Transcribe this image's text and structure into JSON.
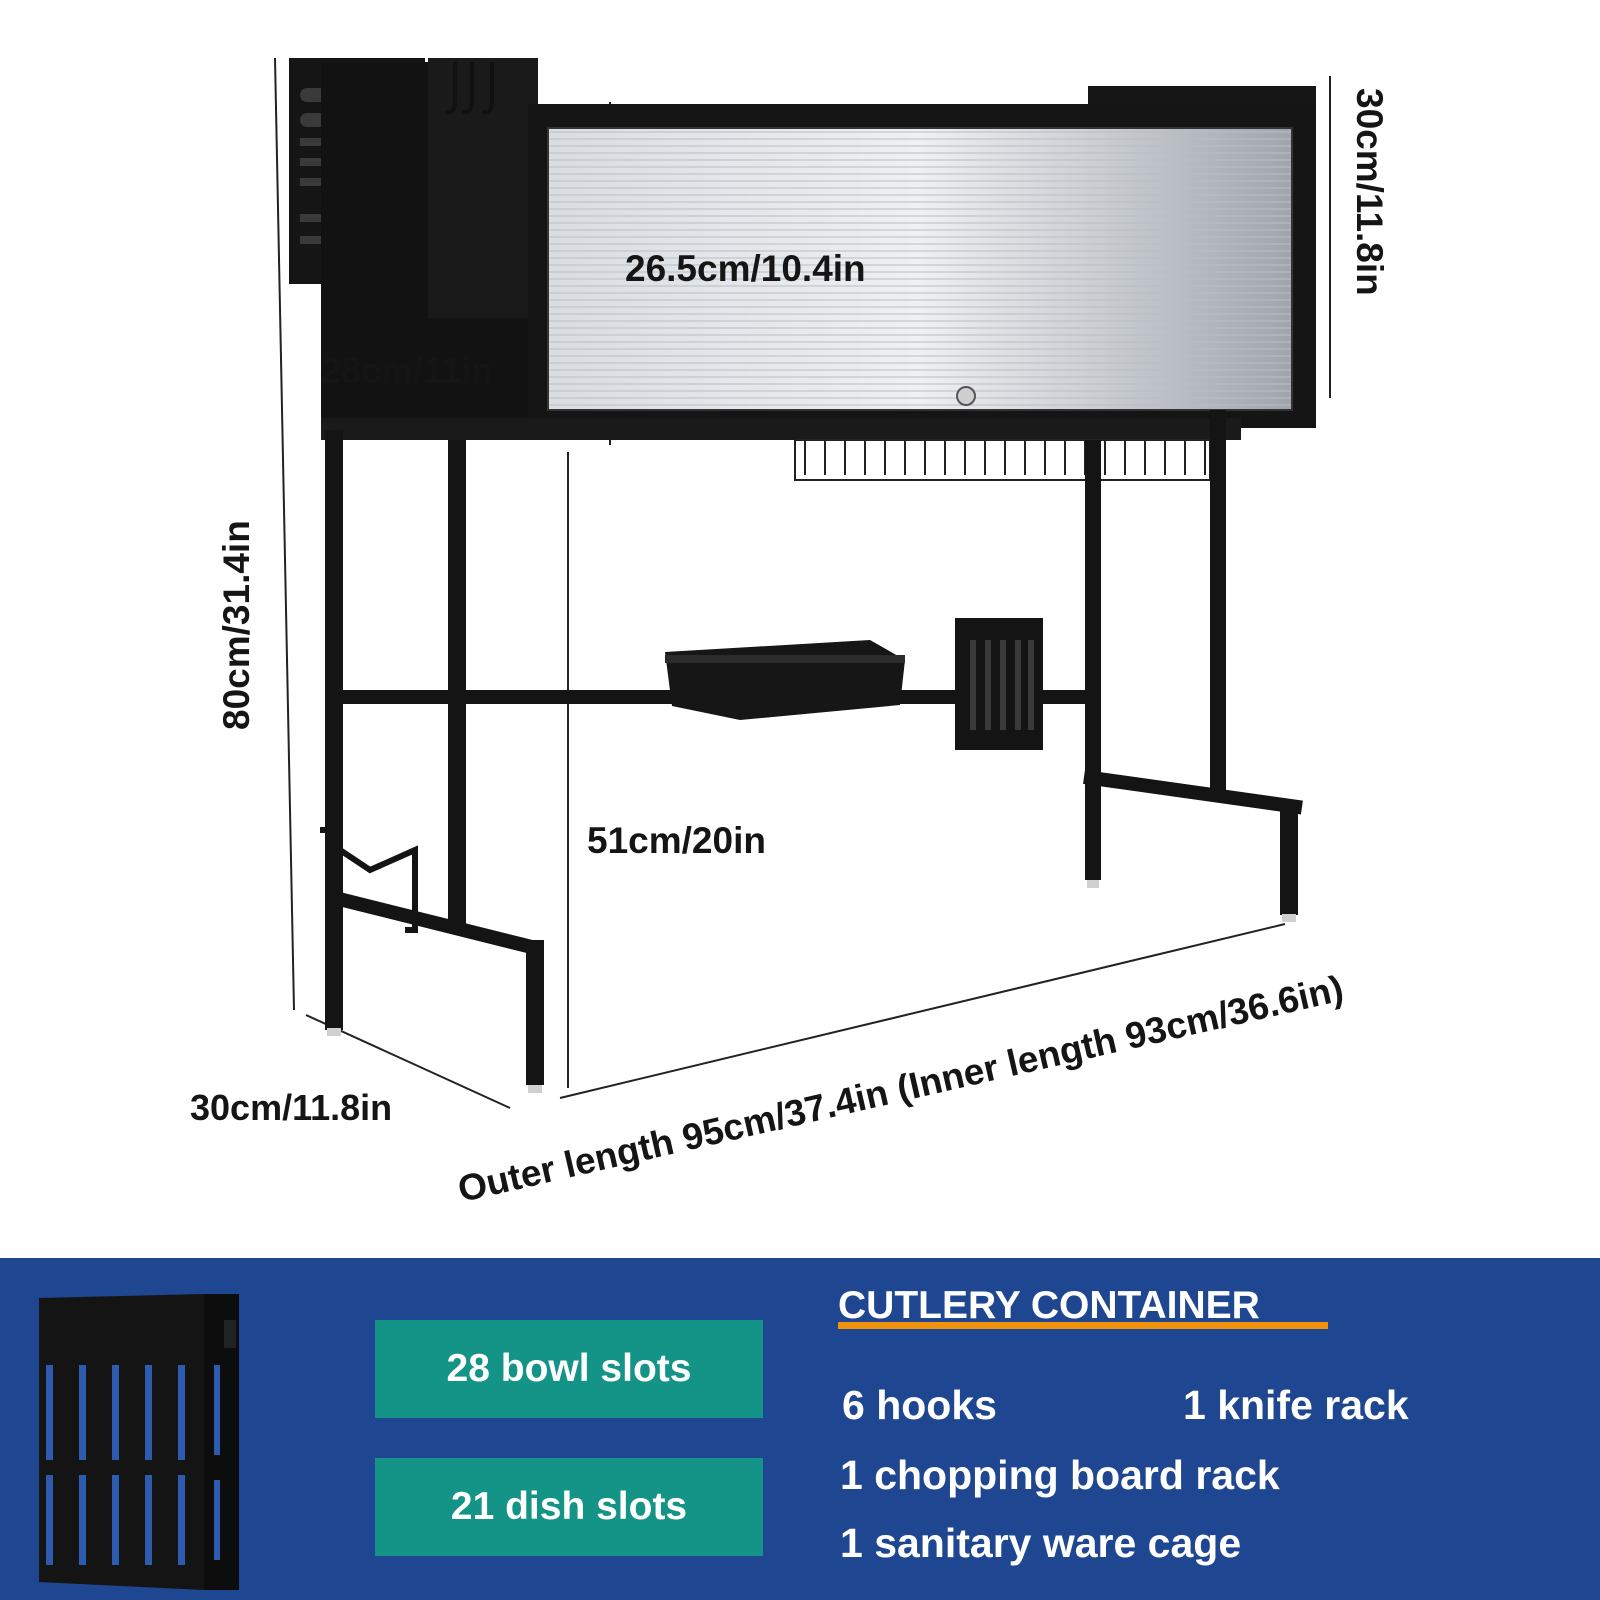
{
  "dimensions": {
    "glass_height": "26.5cm/10.4in",
    "shelf_depth": "28cm/11in",
    "top_height": "30cm/11.8in",
    "total_height": "80cm/31.4in",
    "inner_height": "51cm/20in",
    "base_depth": "30cm/11.8in",
    "length": "Outer length 95cm/37.4in (Inner length 93cm/36.6in)"
  },
  "features": {
    "heading": "CUTLERY CONTAINER",
    "bowl_slots": "28 bowl slots",
    "dish_slots": "21 dish slots",
    "hooks": "6 hooks",
    "knife_rack": "1 knife rack",
    "chopping_board_rack": "1 chopping board rack",
    "sanitary_cage": "1 sanitary ware cage"
  },
  "colors": {
    "panel_background": "#1f4690",
    "badge": "#149486",
    "underline": "#f0930a",
    "rack_frame": "#141414"
  },
  "icons": [
    "dish-rack-illustration",
    "cutlery-container-illustration"
  ]
}
